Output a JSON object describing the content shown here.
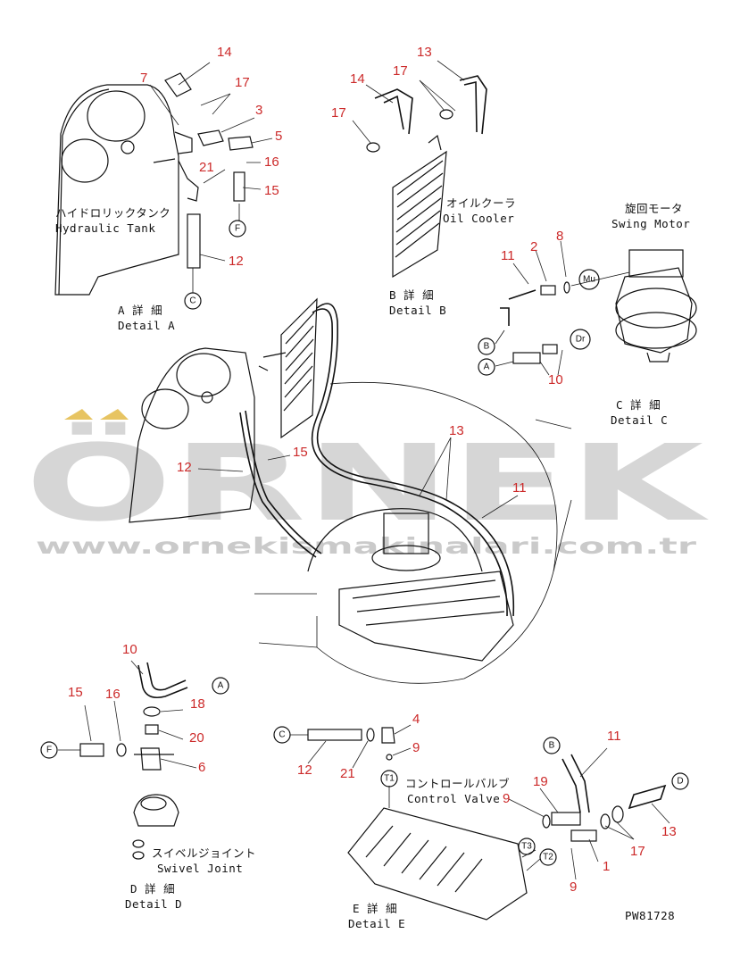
{
  "watermark": {
    "brand": "ÖRNEK",
    "url": "www.ornekismakinalari.com.tr",
    "color_text": "#d4d4d4",
    "color_accent": "#e6c15a"
  },
  "code": "PW81728",
  "details": {
    "A": {
      "title_jp": "A 詳 細",
      "title_en": "Detail A",
      "part_jp": "ハイドロリックタンク",
      "part_en": "Hydraulic Tank"
    },
    "B": {
      "title_jp": "B 詳 細",
      "title_en": "Detail B",
      "part_jp": "オイルクーラ",
      "part_en": "Oil Cooler"
    },
    "C": {
      "title_jp": "C 詳 細",
      "title_en": "Detail C",
      "part_jp": "旋回モータ",
      "part_en": "Swing Motor"
    },
    "D": {
      "title_jp": "D 詳 細",
      "title_en": "Detail D",
      "part_jp": "スイベルジョイント",
      "part_en": "Swivel Joint"
    },
    "E": {
      "title_jp": "E 詳 細",
      "title_en": "Detail E",
      "part_jp": "コントロールバルブ",
      "part_en": "Control Valve"
    }
  },
  "circles": {
    "A": "A",
    "B": "B",
    "C": "C",
    "D": "D",
    "F": "F",
    "Mu": "Mu",
    "Dr": "Dr",
    "T1": "T1",
    "T2": "T2",
    "T3": "T3"
  },
  "part_numbers": {
    "a_14": "14",
    "a_7": "7",
    "a_17": "17",
    "a_3": "3",
    "a_5": "5",
    "a_16": "16",
    "a_21": "21",
    "a_15": "15",
    "a_12": "12",
    "b_13": "13",
    "b_14": "14",
    "b_17a": "17",
    "b_17b": "17",
    "c_11": "11",
    "c_2": "2",
    "c_8": "8",
    "c_10": "10",
    "m_13": "13",
    "m_15": "15",
    "m_12": "12",
    "m_11": "11",
    "d_10": "10",
    "d_18": "18",
    "d_15": "15",
    "d_16": "16",
    "d_20": "20",
    "d_6": "6",
    "e_4": "4",
    "e_9a": "9",
    "e_12": "12",
    "e_21": "21",
    "e_11": "11",
    "e_19": "19",
    "e_9b": "9",
    "e_13": "13",
    "e_17": "17",
    "e_1": "1",
    "e_9c": "9"
  }
}
